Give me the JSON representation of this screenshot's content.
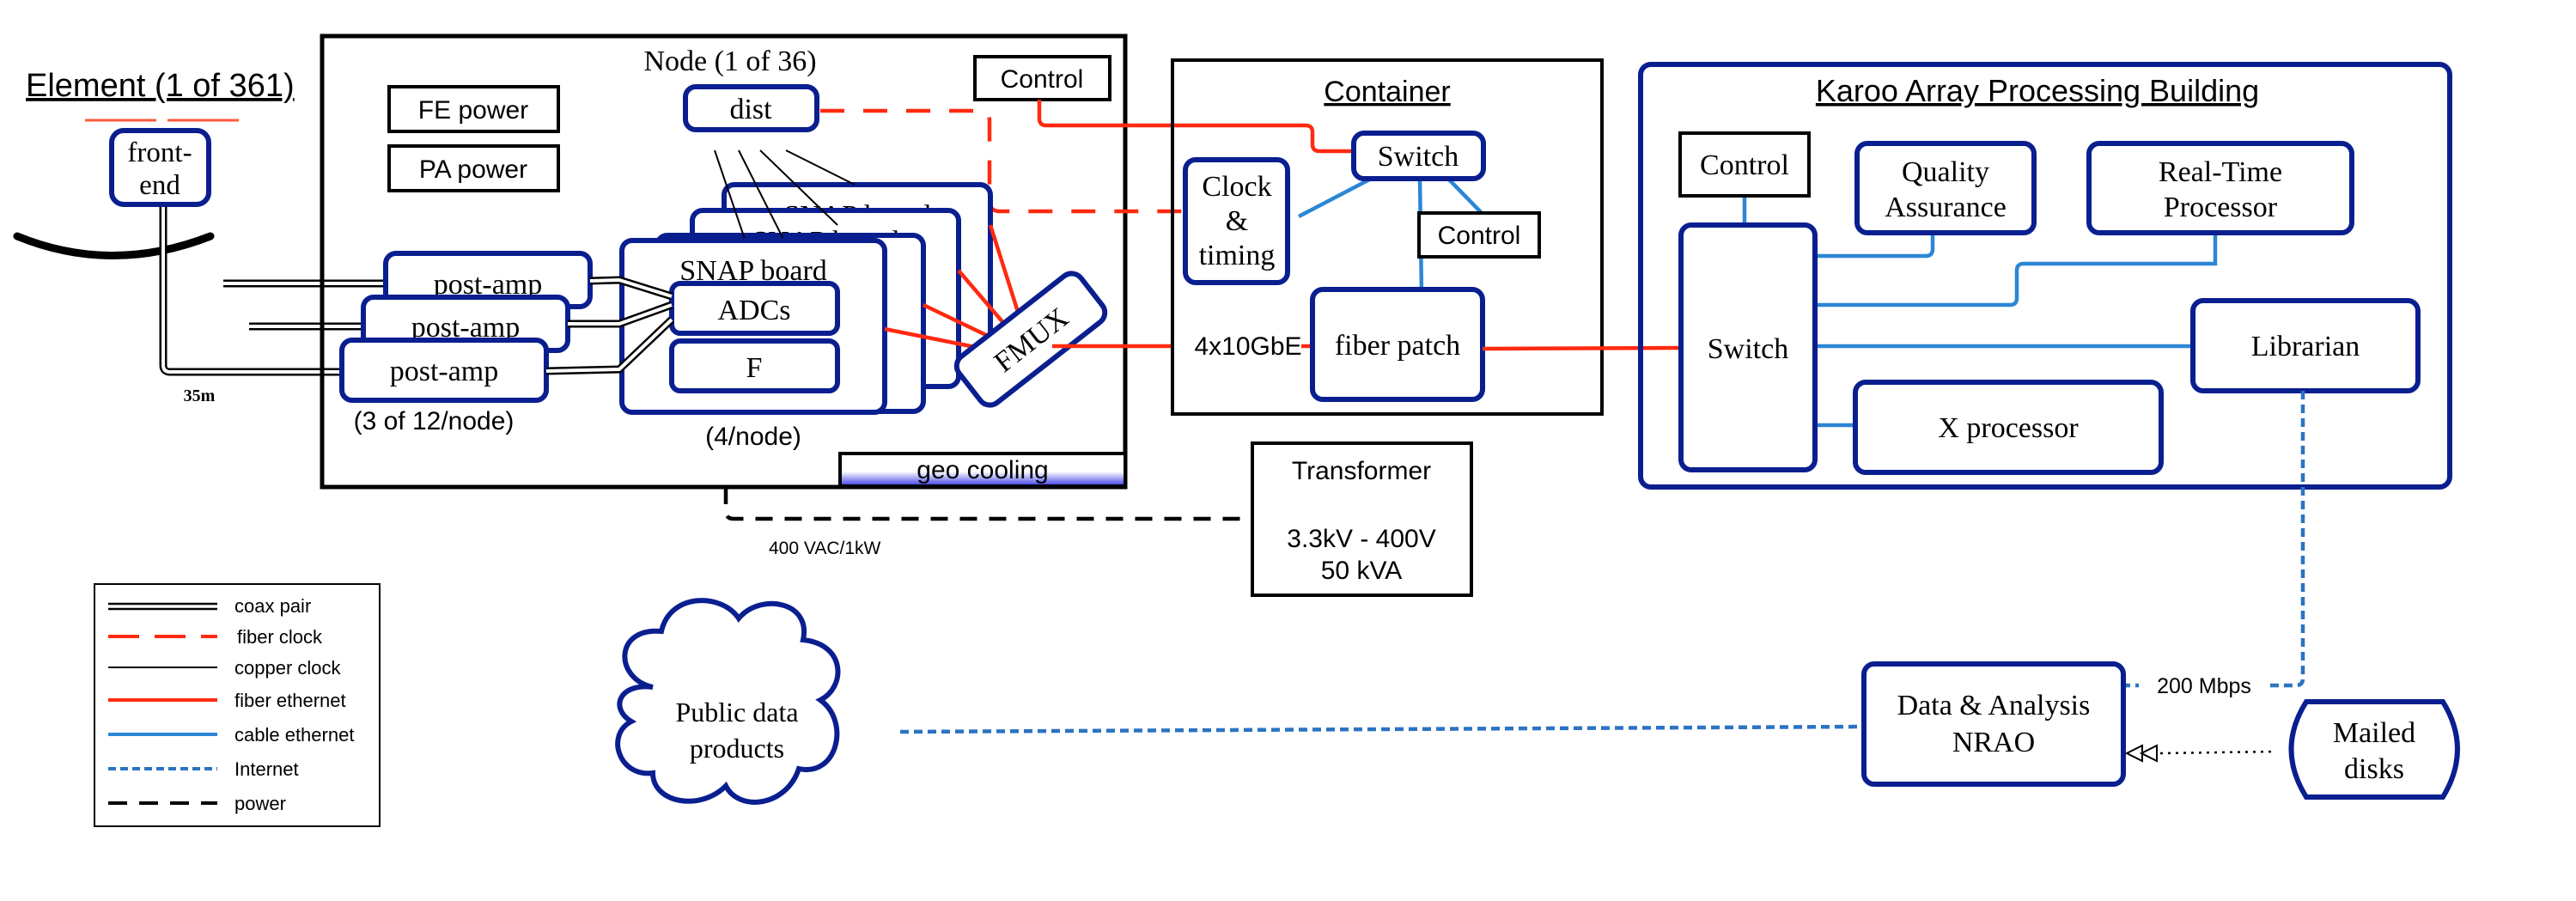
{
  "element": {
    "title": "Element (1 of 361)",
    "front_end": [
      "front-",
      "end"
    ],
    "cable_length": "35m"
  },
  "node": {
    "title": "Node (1 of 36)",
    "fe_power": "FE power",
    "pa_power": "PA power",
    "dist": "dist",
    "control": "Control",
    "post_amp": "post-amp",
    "post_amp_count": "(3 of 12/node)",
    "snap_board": "SNAP board",
    "adcs": "ADCs",
    "f": "F",
    "snap_count": "(4/node)",
    "fmux": "FMUX",
    "geo_cooling": "geo cooling"
  },
  "container": {
    "title": "Container",
    "switch": "Switch",
    "clock_timing": [
      "Clock",
      "&",
      "timing"
    ],
    "control": "Control",
    "link_label": "4x10GbE",
    "fiber_patch": "fiber patch"
  },
  "power": {
    "transformer_title": "Transformer",
    "transformer_spec": [
      "3.3kV - 400V",
      "50 kVA"
    ],
    "feed_label": "400 VAC/1kW"
  },
  "building": {
    "title": "Karoo Array Processing Building",
    "control": "Control",
    "quality_assurance": [
      "Quality",
      "Assurance"
    ],
    "real_time_processor": [
      "Real-Time",
      "Processor"
    ],
    "switch": "Switch",
    "librarian": "Librarian",
    "x_processor": "X processor"
  },
  "offsite": {
    "public_data": [
      "Public data",
      "products"
    ],
    "data_analysis": [
      "Data & Analysis",
      "NRAO"
    ],
    "link_rate": "200 Mbps",
    "mailed_disks": [
      "Mailed",
      "disks"
    ]
  },
  "legend": {
    "items": [
      {
        "style": "coax",
        "label": "coax pair"
      },
      {
        "style": "fiber-clock",
        "label": "fiber clock"
      },
      {
        "style": "copper",
        "label": "copper clock"
      },
      {
        "style": "fiber-eth",
        "label": "fiber ethernet"
      },
      {
        "style": "cable-eth",
        "label": "cable ethernet"
      },
      {
        "style": "internet",
        "label": "Internet"
      },
      {
        "style": "power",
        "label": "power"
      }
    ]
  },
  "colors": {
    "box_blue": "#0a1f8f",
    "fiber_red": "#ff2a10",
    "ethernet_blue": "#2c86d6",
    "internet_blue": "#2c73c2"
  }
}
